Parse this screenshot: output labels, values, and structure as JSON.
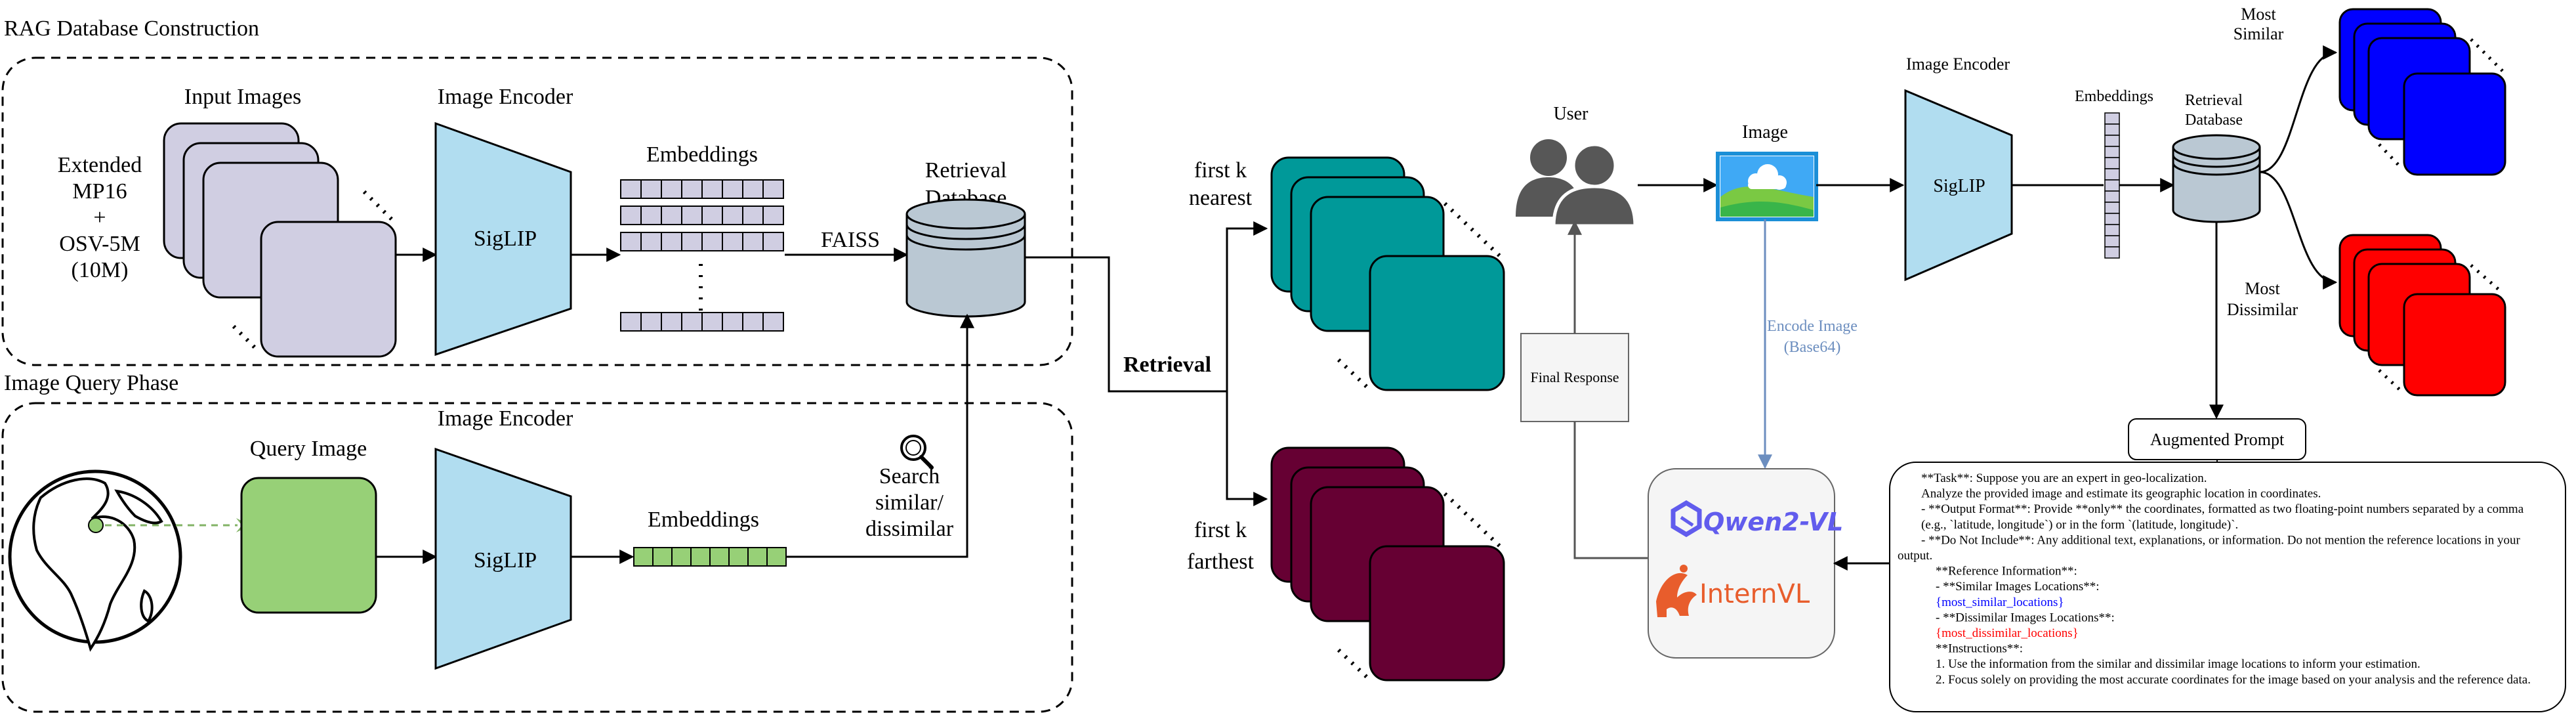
{
  "rag_section": {
    "title": "RAG Database Construction",
    "input_images_label": "Input Images",
    "dataset_lines": [
      "Extended",
      "MP16",
      "+",
      "OSV-5M",
      "(10M)"
    ],
    "image_encoder_label": "Image Encoder",
    "encoder_name": "SigLIP",
    "embeddings_label": "Embeddings",
    "faiss_label": "FAISS",
    "retrieval_db_lines": [
      "Retrieval",
      "Database"
    ]
  },
  "query_section": {
    "title": "Image Query Phase",
    "query_image_label": "Query Image",
    "image_encoder_label": "Image Encoder",
    "encoder_name": "SigLIP",
    "embeddings_label": "Embeddings",
    "search_lines": [
      "Search",
      "similar/",
      "dissimilar"
    ]
  },
  "retrieval": {
    "label": "Retrieval",
    "nearest_lines": [
      "first k",
      "nearest"
    ],
    "farthest_lines": [
      "first k",
      "farthest"
    ],
    "nearest_color": "#009999",
    "farthest_color": "#660033"
  },
  "pipeline": {
    "user_label": "User",
    "image_label": "Image",
    "image_encoder_label": "Image Encoder",
    "encoder_name": "SigLIP",
    "embeddings_label": "Embeddings",
    "retrieval_db_lines": [
      "Retrieval",
      "Database"
    ],
    "most_similar_lines": [
      "Most",
      "Similar"
    ],
    "most_dissimilar_lines": [
      "Most",
      "Dissimilar"
    ],
    "similar_color": "#0000ff",
    "dissimilar_color": "#ff0000",
    "encode_image_lines": [
      "Encode Image",
      "(Base64)"
    ],
    "final_response_label": "Final Response",
    "augmented_prompt_label": "Augmented Prompt",
    "models": [
      "Qwen2-VL",
      "InternVL"
    ]
  },
  "prompt_lines": [
    {
      "text": "**Task**: Suppose you are an expert in geo-localization.",
      "indent": 1,
      "color": "#000000"
    },
    {
      "text": "Analyze the provided image and estimate its geographic location in coordinates.",
      "indent": 1,
      "color": "#000000"
    },
    {
      "text": "- **Output Format**: Provide **only** the coordinates, formatted as two floating-point numbers separated by a comma",
      "indent": 1,
      "color": "#000000"
    },
    {
      "text": "(e.g., `latitude, longitude`) or in the form `(latitude, longitude)`.",
      "indent": 1,
      "color": "#000000"
    },
    {
      "text": "- **Do Not Include**: Any additional text, explanations, or information. Do not mention the reference locations in your",
      "indent": 1,
      "color": "#000000"
    },
    {
      "text": "output.",
      "indent": 0,
      "color": "#000000"
    },
    {
      "text": "**Reference Information**:",
      "indent": 2,
      "color": "#000000"
    },
    {
      "text": "- **Similar Images Locations**:",
      "indent": 2,
      "color": "#000000"
    },
    {
      "text": "{most_similar_locations}",
      "indent": 2,
      "color": "#0000ff"
    },
    {
      "text": "- **Dissimilar Images Locations**:",
      "indent": 2,
      "color": "#000000"
    },
    {
      "text": "{most_dissimilar_locations}",
      "indent": 2,
      "color": "#ff0000"
    },
    {
      "text": "**Instructions**:",
      "indent": 2,
      "color": "#000000"
    },
    {
      "text": "1. Use the information from the similar and dissimilar image locations to inform your estimation.",
      "indent": 2,
      "color": "#000000"
    },
    {
      "text": "2. Focus solely on providing the most accurate coordinates for the image based on your analysis and the reference data.",
      "indent": 2,
      "color": "#000000"
    }
  ],
  "colors": {
    "input_image_fill": "#d0cee2",
    "encoder_fill": "#b1ddf0",
    "query_image_fill": "#97d077",
    "query_embed_fill": "#97d077",
    "db_fill": "#bac8d3",
    "encode_arrow": "#6c8ebf"
  }
}
